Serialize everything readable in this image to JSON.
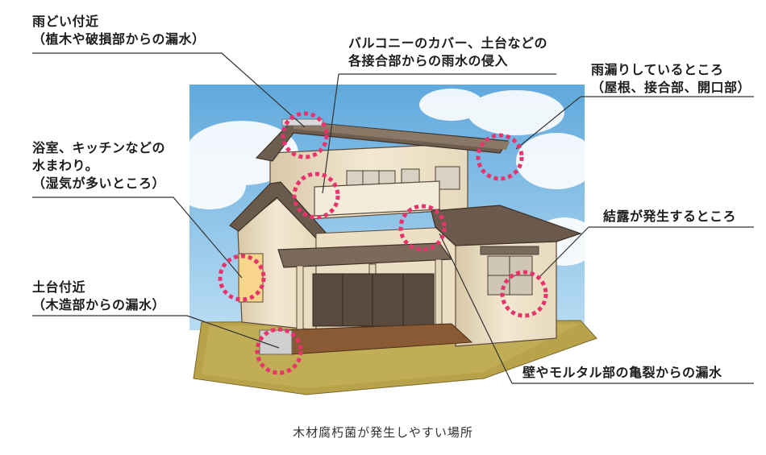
{
  "labels": {
    "gutter": [
      "雨どい付近",
      "（植木や破損部からの漏水）"
    ],
    "balcony": [
      "バルコニーのカバー、土台などの",
      "各接合部からの雨水の侵入"
    ],
    "leak": [
      "雨漏りしているところ",
      "（屋根、接合部、開口部）"
    ],
    "bath": [
      "浴室、キッチンなどの",
      "水まわり。",
      "（湿気が多いところ）"
    ],
    "condensation": [
      "結露が発生するところ"
    ],
    "foundation": [
      "土台付近",
      "（木造部からの漏水）"
    ],
    "wall": [
      "壁やモルタル部の亀裂からの漏水"
    ]
  },
  "caption": "木材腐朽菌が発生しやすい場所",
  "colors": {
    "marker": "#e8336d",
    "sky": "#8fc6ea",
    "wall": "#f1e6cf",
    "roof": "#6b5a4c",
    "lawn": "#b7a14a",
    "deck": "#8a5a35"
  }
}
